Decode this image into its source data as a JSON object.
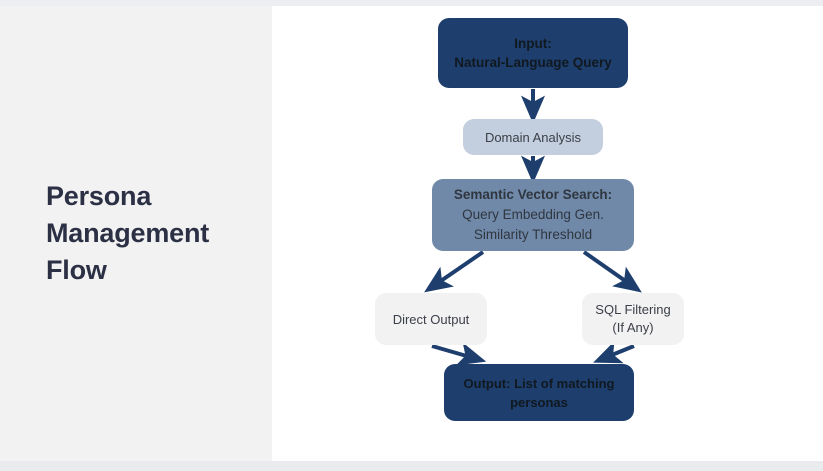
{
  "slide": {
    "title": "Persona Management Flow",
    "title_lines": [
      "Persona",
      "Management",
      "Flow"
    ],
    "background_color": "#ffffff",
    "left_panel_color": "#f2f2f2",
    "title_color": "#2b3044"
  },
  "palette": {
    "navy": "#1e3f6e",
    "slate": "#7089a8",
    "light_blue": "#c3cfde",
    "pale_grey": "#f2f2f2",
    "arrow": "#1e3f6e",
    "dark_text": "#101820"
  },
  "diagram": {
    "type": "flowchart",
    "nodes": [
      {
        "id": "input",
        "lines": [
          "Input:",
          "Natural-Language Query"
        ],
        "style": "navy",
        "shape": "rounded-rect"
      },
      {
        "id": "domain-analysis",
        "lines": [
          "Domain Analysis"
        ],
        "style": "light-blue",
        "shape": "rounded-rect"
      },
      {
        "id": "semantic-vector-search",
        "lines": [
          "Semantic Vector Search:",
          "Query Embedding Gen.",
          "Similarity Threshold"
        ],
        "style": "slate",
        "shape": "rounded-rect"
      },
      {
        "id": "direct-output",
        "lines": [
          "Direct Output"
        ],
        "style": "pale-grey",
        "shape": "rounded-rect"
      },
      {
        "id": "sql-filtering",
        "lines": [
          "SQL Filtering",
          "(If Any)"
        ],
        "style": "pale-grey",
        "shape": "rounded-rect"
      },
      {
        "id": "output",
        "lines": [
          "Output: List of matching",
          "personas"
        ],
        "style": "navy",
        "shape": "rounded-rect"
      }
    ],
    "edges": [
      {
        "from": "input",
        "to": "domain-analysis",
        "kind": "straight-down"
      },
      {
        "from": "domain-analysis",
        "to": "semantic-vector-search",
        "kind": "straight-down"
      },
      {
        "from": "semantic-vector-search",
        "to": "direct-output",
        "kind": "diagonal-down-left"
      },
      {
        "from": "semantic-vector-search",
        "to": "sql-filtering",
        "kind": "diagonal-down-right"
      },
      {
        "from": "direct-output",
        "to": "output",
        "kind": "diagonal-down-right"
      },
      {
        "from": "sql-filtering",
        "to": "output",
        "kind": "diagonal-down-left"
      }
    ]
  }
}
